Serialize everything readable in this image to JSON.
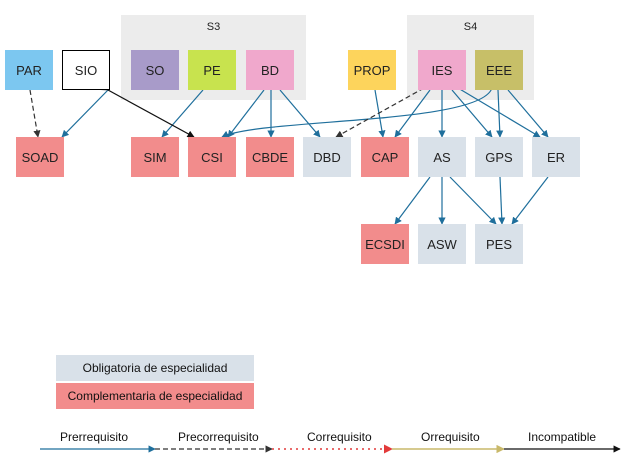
{
  "groups": {
    "s3": {
      "label": "S3"
    },
    "s4": {
      "label": "S4"
    }
  },
  "colors": {
    "mandatory": "#d9e1e9",
    "complementary": "#f28c8c",
    "blue_node": "#7cc7f0",
    "purple_node": "#a89bc9",
    "green_node": "#c8e34e",
    "pink_node": "#f0a8cc",
    "yellow_node": "#fdd45c",
    "olive_node": "#c7bf68",
    "prereq_line": "#1f6f9c",
    "precoreq_line": "#333333",
    "coreq_line": "#e23a3a",
    "orreq_line": "#c9b96a",
    "incompatible_line": "#111111"
  },
  "nodes": {
    "par": "PAR",
    "sio": "SIO",
    "so": "SO",
    "pe": "PE",
    "bd": "BD",
    "prop": "PROP",
    "ies": "IES",
    "eee": "EEE",
    "soad": "SOAD",
    "sim": "SIM",
    "csi": "CSI",
    "cbde": "CBDE",
    "dbd": "DBD",
    "cap": "CAP",
    "as": "AS",
    "gps": "GPS",
    "er": "ER",
    "ecsdi": "ECSDI",
    "asw": "ASW",
    "pes": "PES"
  },
  "legend": {
    "mandatory": "Obligatoria de especialidad",
    "complementary": "Complementaria de especialidad",
    "prerequisite": "Prerrequisito",
    "precorequisite": "Precorrequisito",
    "corequisite": "Correquisito",
    "orrequisite": "Orrequisito",
    "incompatible": "Incompatible"
  }
}
